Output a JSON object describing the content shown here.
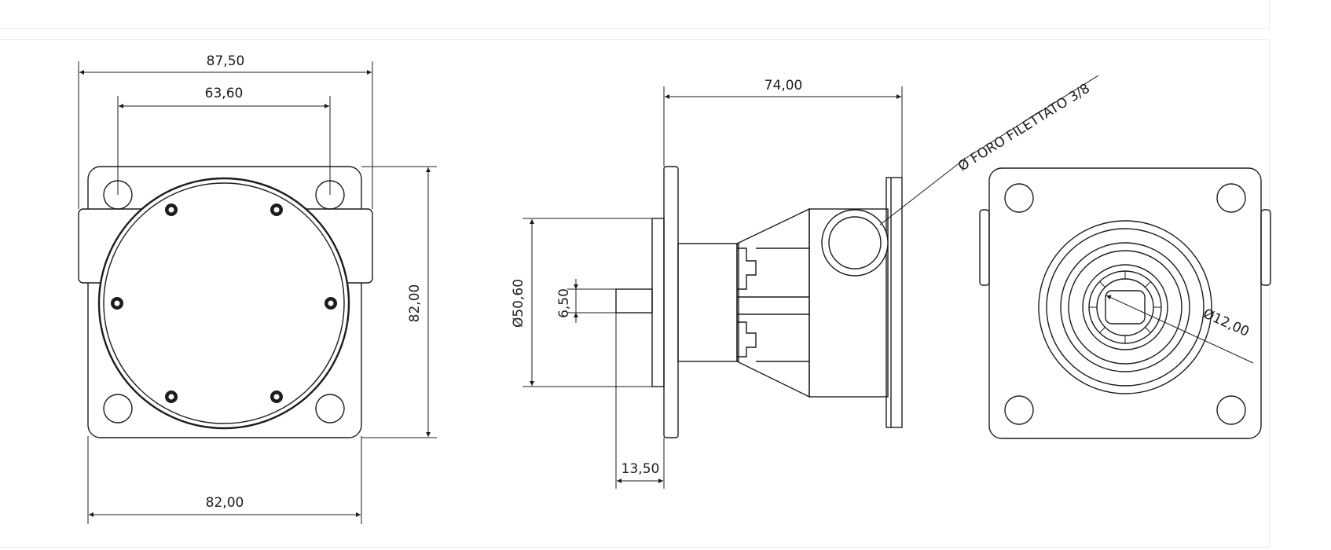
{
  "drawing": {
    "front_view": {
      "overall_width": "87,50",
      "hole_spacing": "63,60",
      "base_width": "82,00",
      "height": "82,00"
    },
    "side_view": {
      "length": "74,00",
      "flange_diameter": "Ø50,60",
      "shaft_diameter": "6,50",
      "shaft_length": "13,50",
      "port_note": "Ø FORO FILETTATO 3/8"
    },
    "rear_view": {
      "bore_diameter": "Ø12,00"
    }
  }
}
